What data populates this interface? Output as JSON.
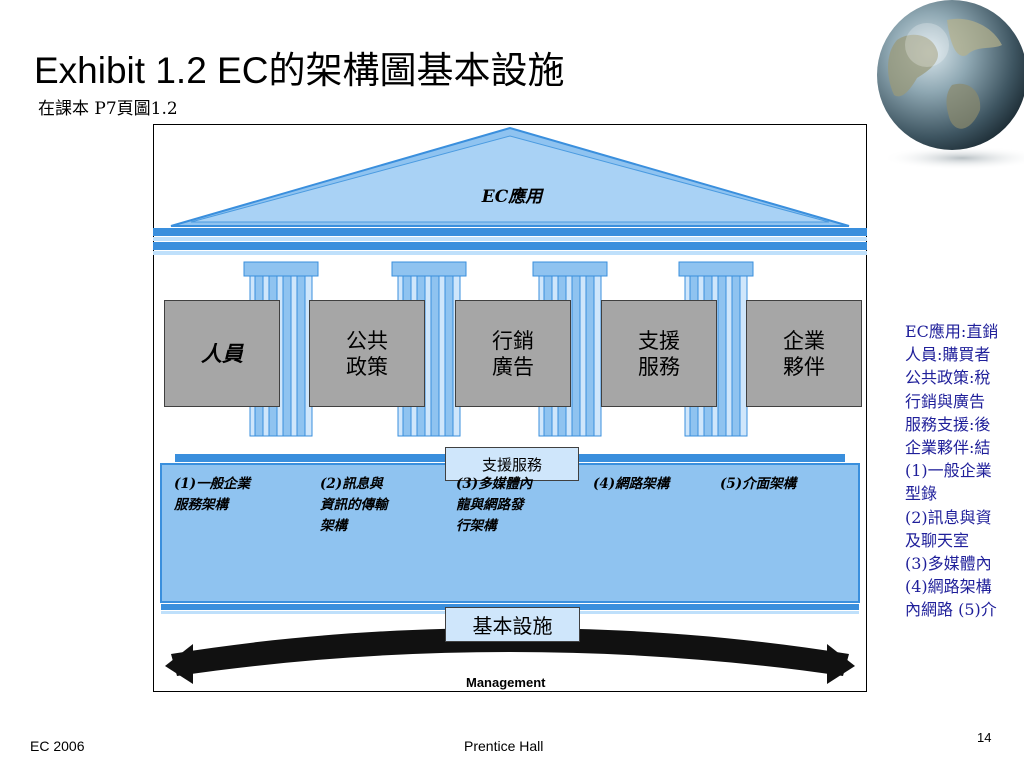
{
  "slide": {
    "title": "Exhibit 1.2 EC的架構圖基本設施",
    "subtitle": "在課本 P7頁圖1.2"
  },
  "diagram": {
    "roof_label": "EC應用",
    "pillars": [
      {
        "label": "人員",
        "style": "italic"
      },
      {
        "label": "公共\n政策",
        "style": "normal"
      },
      {
        "label": "行銷\n廣告",
        "style": "normal"
      },
      {
        "label": "支援\n服務",
        "style": "normal"
      },
      {
        "label": "企業\n夥伴",
        "style": "normal"
      }
    ],
    "support_label": "支援服務",
    "infrastructure_items": [
      "(1)一般企業\n服務架構",
      "(2)訊息與\n資訊的傳輸\n架構",
      "(3)多媒體內\n龍與網路發\n行架構",
      "(4)網路架構",
      "(5)介面架構"
    ],
    "base_label": "基本設施",
    "management_label": "Management",
    "colors": {
      "light_blue": "#8fc3f0",
      "mid_blue": "#3a8fdd",
      "outline": "#404040",
      "box_gray": "#a6a6a6"
    }
  },
  "notes": [
    "EC應用:直銷",
    "人員:購買者",
    "公共政策:稅",
    "行銷與廣告",
    "服務支援:後",
    "企業夥伴:結",
    "(1)一般企業",
    "型錄",
    "(2)訊息與資",
    "及聊天室",
    "(3)多媒體內",
    "(4)網路架構",
    "內網路 (5)介"
  ],
  "footer": {
    "left": "EC 2006",
    "center": "Prentice Hall",
    "page_number": "14"
  }
}
